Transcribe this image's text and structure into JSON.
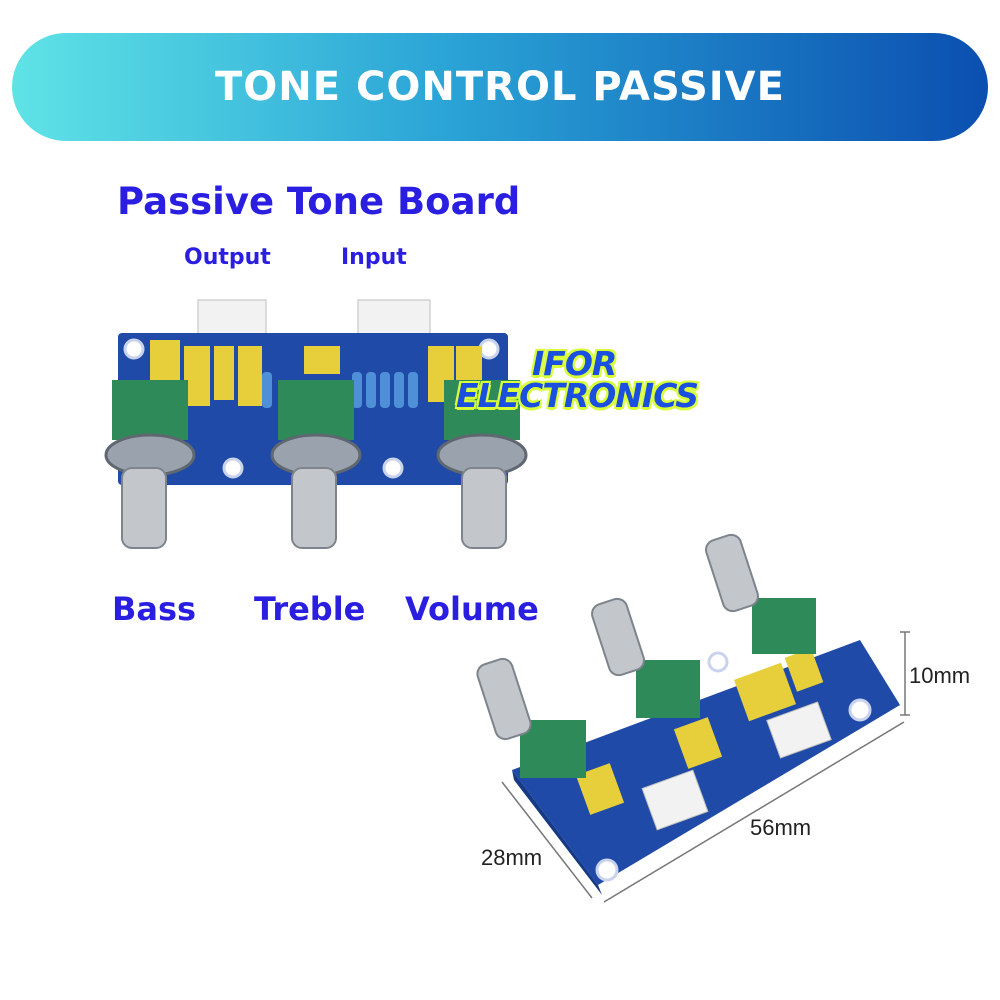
{
  "banner": {
    "title": "TONE CONTROL PASSIVE"
  },
  "board": {
    "title": "Passive Tone Board",
    "connectors": {
      "output": "Output",
      "input": "Input"
    },
    "knobs": [
      "Bass",
      "Treble",
      "Volume"
    ]
  },
  "watermark": {
    "line1": "IFOR",
    "line2": "ELECTRONICS"
  },
  "dimensions": {
    "height": "10mm",
    "length": "56mm",
    "width": "28mm"
  },
  "colors": {
    "pcb": "#1f4aa8",
    "pot": "#2f8a5a",
    "capacitor": "#e6cf3a",
    "label": "#2a1ee0"
  }
}
